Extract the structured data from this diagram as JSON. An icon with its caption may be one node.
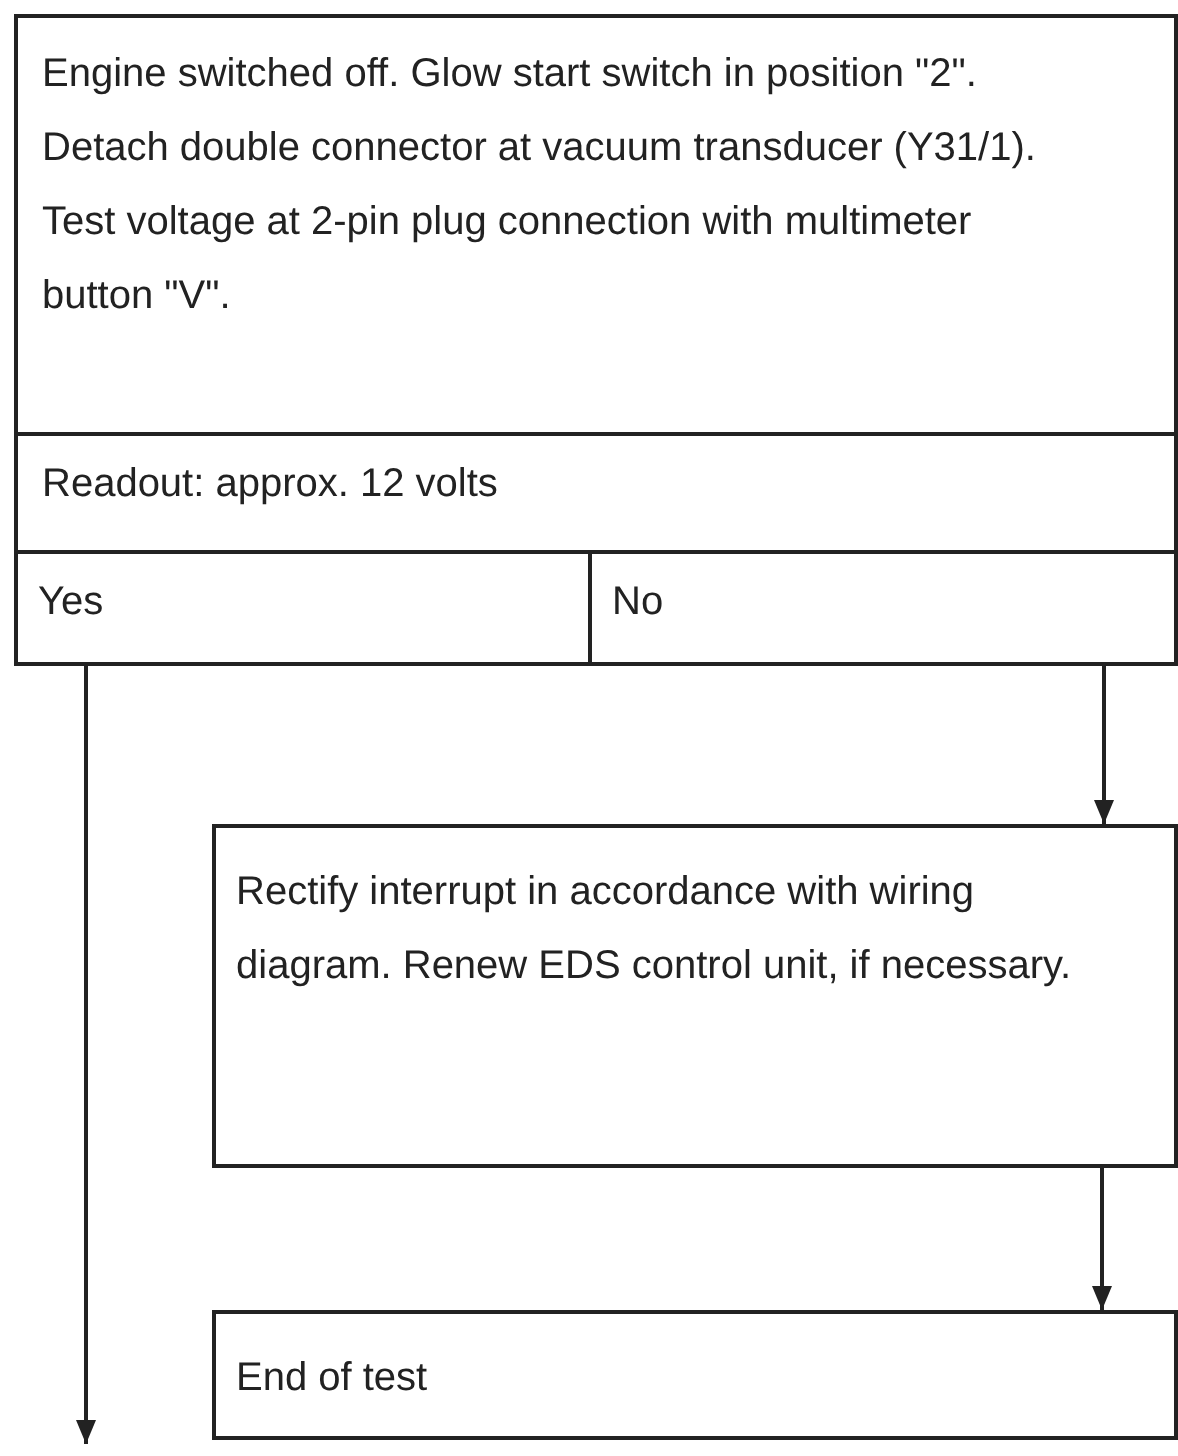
{
  "diagram": {
    "nodes": [
      {
        "text": [
          "Engine switched off. Glow start switch in position \"2\". Detach double connector at vacuum transducer (Y31/1). Test voltage at 2-pin plug connection with multimeter button \"V\"."
        ]
      },
      {
        "text": [
          "Readout: approx. 12 volts"
        ]
      },
      {
        "text": [
          "Yes"
        ]
      },
      {
        "text": [
          "No"
        ]
      },
      {
        "text": [
          "Rectify interrupt in accordance with wiring diagram. Renew EDS control unit, if necessary."
        ]
      },
      {
        "text": [
          "End of test"
        ]
      }
    ],
    "edges": [
      {
        "from": 2,
        "to": null,
        "arrow": "to"
      },
      {
        "from": 3,
        "to": 4,
        "arrow": "to"
      },
      {
        "from": 4,
        "to": 5,
        "arrow": "to"
      }
    ]
  }
}
